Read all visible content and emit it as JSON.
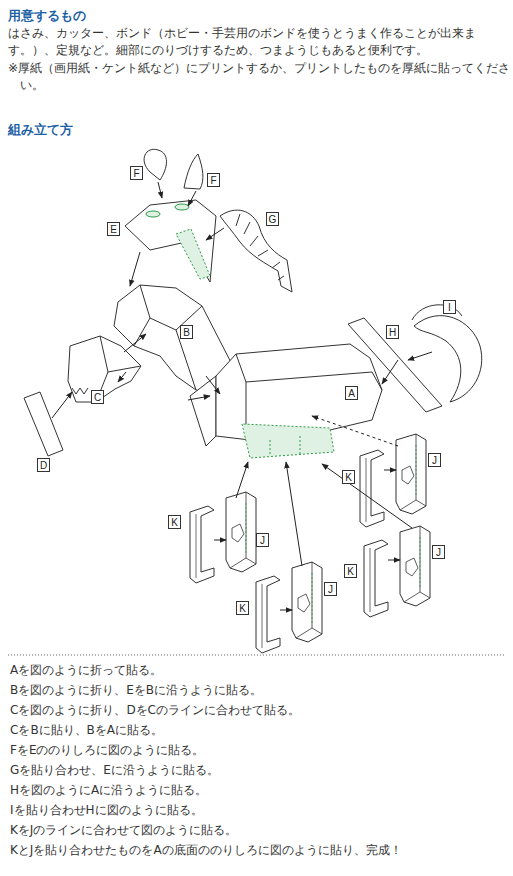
{
  "diagram": {
    "nodes": [
      {
        "text": [
          "F"
        ]
      },
      {
        "text": [
          "F"
        ]
      },
      {
        "text": [
          "E"
        ]
      },
      {
        "text": [
          "G"
        ]
      },
      {
        "text": [
          "B"
        ]
      },
      {
        "text": [
          "I"
        ]
      },
      {
        "text": [
          "H"
        ]
      },
      {
        "text": [
          "A"
        ]
      },
      {
        "text": [
          "C"
        ]
      },
      {
        "text": [
          "D"
        ]
      },
      {
        "text": [
          "J"
        ]
      },
      {
        "text": [
          "K"
        ]
      },
      {
        "text": [
          "K"
        ]
      },
      {
        "text": [
          "J"
        ]
      },
      {
        "text": [
          "J"
        ]
      },
      {
        "text": [
          "K"
        ]
      },
      {
        "text": [
          "K"
        ]
      },
      {
        "text": [
          "J"
        ]
      }
    ],
    "labels": [
      "用意するもの",
      "はさみ、カッター、ボンド（ホビー・手芸用のボンドを使うとうまく作ることが出来ます。）、定規など。細部にのりづけするため、つまようじもあると便利です。",
      "※厚紙（画用紙・ケント紙など）にプリントするか、プリントしたものを厚紙に貼ってください。",
      "組み立て方",
      "Aを図のように折って貼る。",
      "Bを図のように折り、EをBに沿うように貼る。",
      "Cを図のように折り、DをCのラインに合わせて貼る。",
      "CをBに貼り、BをAに貼る。",
      "FをEののりしろに図のように貼る。",
      "Gを貼り合わせ、Eに沿うように貼る。",
      "Hを図のようにAに沿うように貼る。",
      "Iを貼り合わせHに図のように貼る。",
      "KをJのラインに合わせて図のように貼る。",
      "KとJを貼り合わせたものをAの底面ののりしろに図のように貼り、完成！"
    ]
  }
}
